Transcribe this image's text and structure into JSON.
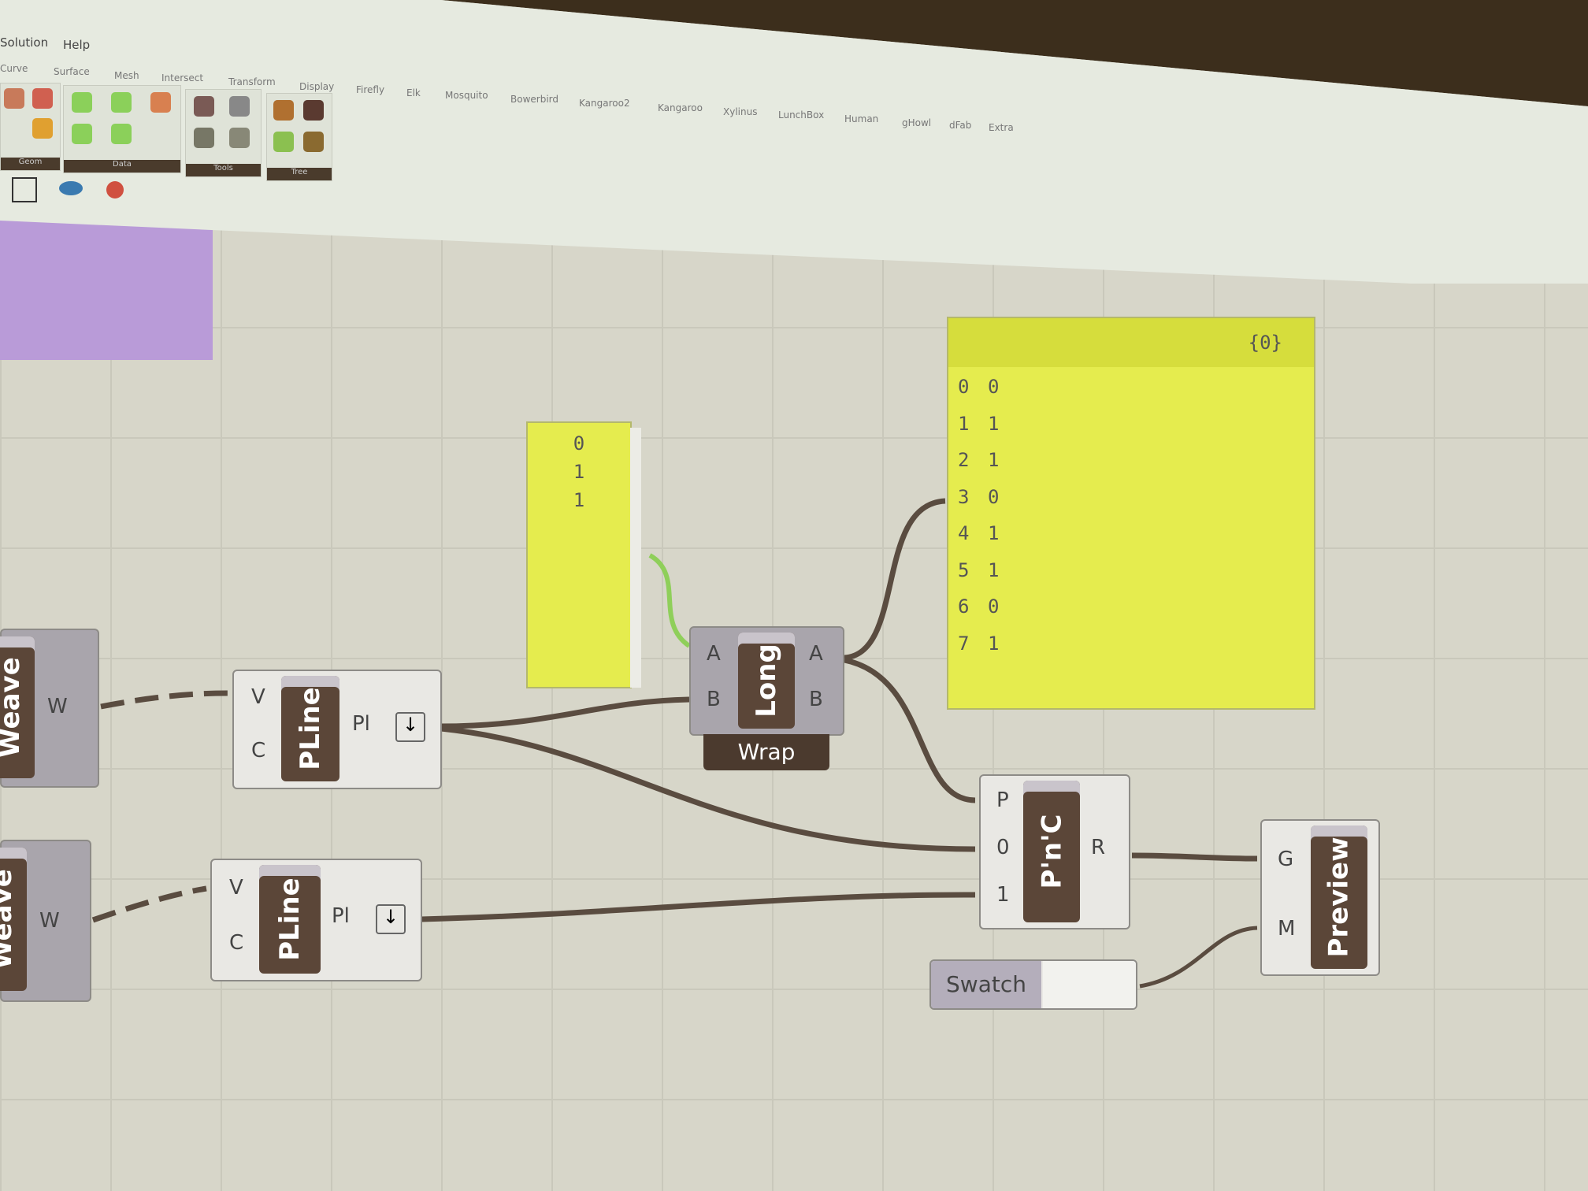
{
  "menu": {
    "items": [
      "Solution",
      "Help"
    ]
  },
  "tabs": [
    "Curve",
    "Surface",
    "Mesh",
    "Intersect",
    "Transform",
    "Display",
    "Firefly",
    "Elk",
    "Mosquito",
    "Bowerbird",
    "Kangaroo2",
    "Kangaroo",
    "Xylinus",
    "LunchBox",
    "Human",
    "gHowl",
    "dFab",
    "Extra"
  ],
  "ribbon_groups": [
    "Geom",
    "Data",
    "Tools",
    "Tree"
  ],
  "panel_small": {
    "lines": [
      "0",
      "1",
      "1"
    ]
  },
  "panel_big": {
    "path": "{0}",
    "rows": [
      [
        "0",
        "0"
      ],
      [
        "1",
        "1"
      ],
      [
        "2",
        "1"
      ],
      [
        "3",
        "0"
      ],
      [
        "4",
        "1"
      ],
      [
        "5",
        "1"
      ],
      [
        "6",
        "0"
      ],
      [
        "7",
        "1"
      ]
    ]
  },
  "long": {
    "name": "Long",
    "inputs": [
      "A",
      "B"
    ],
    "outputs": [
      "A",
      "B"
    ],
    "label": "Wrap"
  },
  "pline1": {
    "name": "PLine",
    "inputs": [
      "V",
      "C"
    ],
    "output": "Pl"
  },
  "pline2": {
    "name": "PLine",
    "inputs": [
      "V",
      "C"
    ],
    "output": "Pl"
  },
  "weave1": {
    "name": "Weave",
    "output": "W"
  },
  "weave2": {
    "name": "Weave",
    "output": "W"
  },
  "pnc": {
    "name": "P'n'C",
    "inputs": [
      "P",
      "0",
      "1"
    ],
    "output": "R"
  },
  "preview": {
    "name": "Preview",
    "inputs": [
      "G",
      "M"
    ]
  },
  "swatch": {
    "label": "Swatch"
  },
  "colors": {
    "panel": "#e5ec4e",
    "wire": "#5a4c40",
    "selected_wire": "#8fcf5a",
    "purple_group": "#b99bd8"
  }
}
